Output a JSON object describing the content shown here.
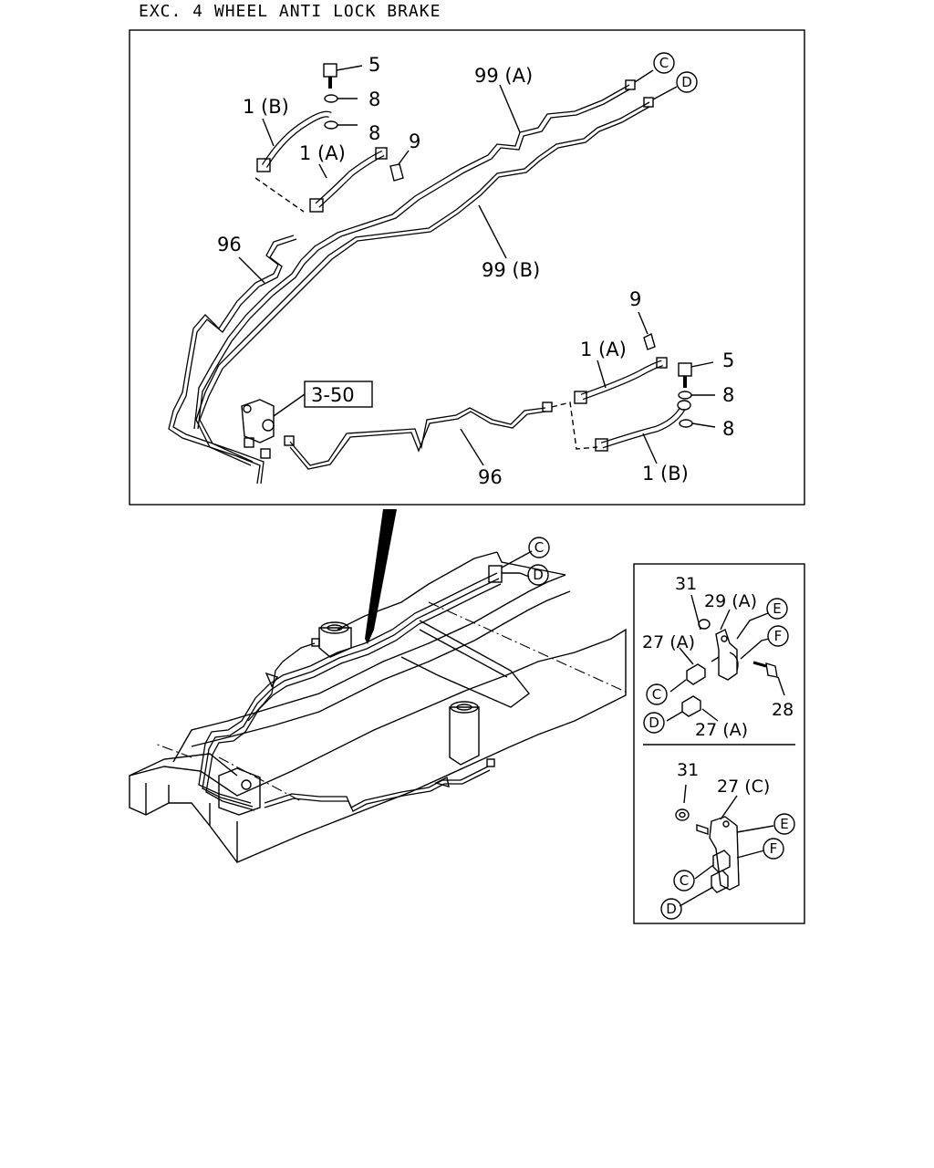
{
  "title": "EXC. 4 WHEEL ANTI LOCK BRAKE",
  "callouts": {
    "p1b_top": "1 (B)",
    "p1a_top": "1 (A)",
    "p5_top": "5",
    "p8_top_a": "8",
    "p8_top_b": "8",
    "p9_top": "9",
    "p99a": "99 (A)",
    "p99b": "99 (B)",
    "p96_top": "96",
    "p96_bottom": "96",
    "ref_box": "3-50",
    "p9_right": "9",
    "p1a_right": "1 (A)",
    "p5_right": "5",
    "p8_right_a": "8",
    "p8_right_b": "8",
    "p1b_right": "1 (B)",
    "p31_a": "31",
    "p29a": "29 (A)",
    "p27a_a": "27 (A)",
    "p27a_b": "27 (A)",
    "p28": "28",
    "p31_b": "31",
    "p27c": "27 (C)"
  },
  "connectors": {
    "C": "C",
    "D": "D",
    "E": "E",
    "F": "F"
  }
}
